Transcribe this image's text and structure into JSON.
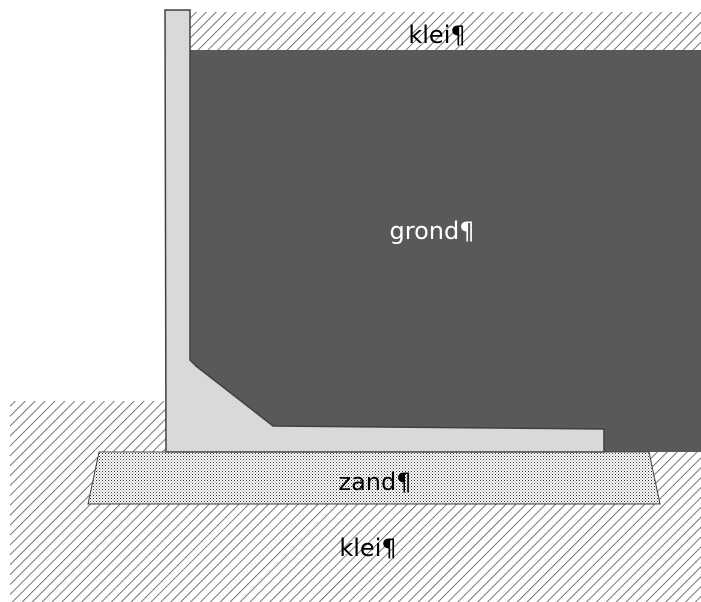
{
  "labels": {
    "top_clay": "klei¶",
    "soil": "grond¶",
    "sand": "zand¶",
    "bottom_clay": "klei¶"
  },
  "colors": {
    "soil_fill": "#595959",
    "wall_fill": "#d9d9d9",
    "outline": "#404040",
    "hatch_line": "#555555",
    "sand_dot": "#333333",
    "label_light": "#ffffff",
    "label_dark": "#000000"
  }
}
